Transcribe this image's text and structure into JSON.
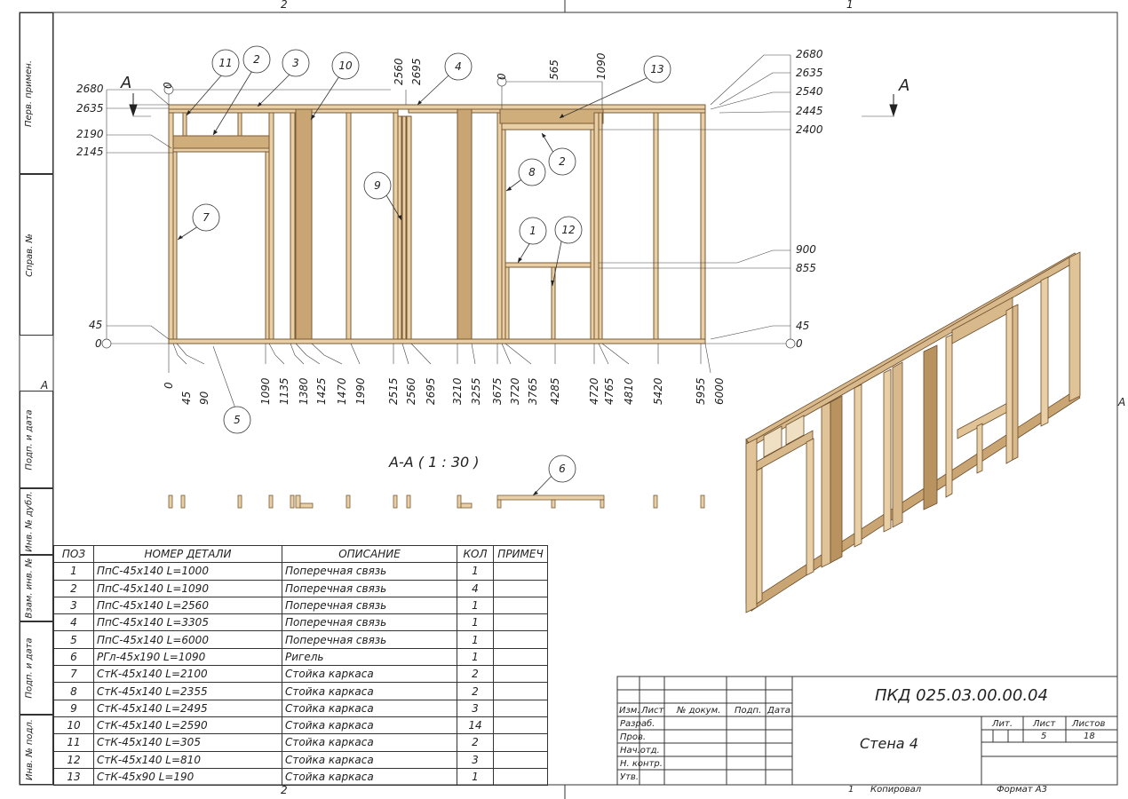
{
  "zone_labels": {
    "top_left": "2",
    "top_right": "1",
    "bottom_left": "2",
    "bottom_right": "1",
    "left_a": "A",
    "right_a": "A"
  },
  "side_stamp": [
    {
      "label": "Перв. примен."
    },
    {
      "label": "Справ. №"
    },
    {
      "label": "Подп. и дата"
    },
    {
      "label": "Инв. № дубл."
    },
    {
      "label": "Взам. инв. №"
    },
    {
      "label": "Подп. и дата"
    },
    {
      "label": "Инв. № подл."
    }
  ],
  "elevation": {
    "section_mark": "A",
    "left_heights": [
      "2680",
      "2635",
      "2190",
      "2145",
      "45",
      "0"
    ],
    "right_heights": [
      "2680",
      "2635",
      "2540",
      "2445",
      "2400",
      "900",
      "855",
      "45",
      "0"
    ],
    "top_dims": [
      "0",
      "2560",
      "2695",
      "0",
      "565",
      "1090"
    ],
    "bottom_dims": [
      "0",
      "45",
      "90",
      "1090",
      "1135",
      "1380",
      "1425",
      "1470",
      "1990",
      "2515",
      "2560",
      "2695",
      "3210",
      "3255",
      "3675",
      "3720",
      "3765",
      "4285",
      "4720",
      "4765",
      "4810",
      "5420",
      "5955",
      "6000"
    ],
    "callouts": [
      "11",
      "2",
      "3",
      "10",
      "4",
      "13",
      "2",
      "8",
      "9",
      "7",
      "1",
      "12",
      "5",
      "6"
    ]
  },
  "section_title": "А-А ( 1 : 30 )",
  "spec_table": {
    "headers": [
      "ПОЗ",
      "НОМЕР ДЕТАЛИ",
      "ОПИСАНИЕ",
      "КОЛ",
      "ПРИМЕЧ"
    ],
    "rows": [
      {
        "pos": "1",
        "part": "ПпС-45х140 L=1000",
        "desc": "Поперечная связь",
        "qty": "1",
        "note": ""
      },
      {
        "pos": "2",
        "part": "ПпС-45х140 L=1090",
        "desc": "Поперечная связь",
        "qty": "4",
        "note": ""
      },
      {
        "pos": "3",
        "part": "ПпС-45х140 L=2560",
        "desc": "Поперечная связь",
        "qty": "1",
        "note": ""
      },
      {
        "pos": "4",
        "part": "ПпС-45х140 L=3305",
        "desc": "Поперечная связь",
        "qty": "1",
        "note": ""
      },
      {
        "pos": "5",
        "part": "ПпС-45х140 L=6000",
        "desc": "Поперечная связь",
        "qty": "1",
        "note": ""
      },
      {
        "pos": "6",
        "part": "РГл-45х190 L=1090",
        "desc": "Ригель",
        "qty": "1",
        "note": ""
      },
      {
        "pos": "7",
        "part": "СтК-45х140 L=2100",
        "desc": "Стойка каркаса",
        "qty": "2",
        "note": ""
      },
      {
        "pos": "8",
        "part": "СтК-45х140 L=2355",
        "desc": "Стойка каркаса",
        "qty": "2",
        "note": ""
      },
      {
        "pos": "9",
        "part": "СтК-45х140 L=2495",
        "desc": "Стойка каркаса",
        "qty": "3",
        "note": ""
      },
      {
        "pos": "10",
        "part": "СтК-45х140 L=2590",
        "desc": "Стойка каркаса",
        "qty": "14",
        "note": ""
      },
      {
        "pos": "11",
        "part": "СтК-45х140 L=305",
        "desc": "Стойка каркаса",
        "qty": "2",
        "note": ""
      },
      {
        "pos": "12",
        "part": "СтК-45х140 L=810",
        "desc": "Стойка каркаса",
        "qty": "3",
        "note": ""
      },
      {
        "pos": "13",
        "part": "СтК-45х90 L=190",
        "desc": "Стойка каркаса",
        "qty": "1",
        "note": ""
      }
    ]
  },
  "title_block": {
    "designation": "ПКД 025.03.00.00.04",
    "name": "Стена 4",
    "col_headers": [
      "Изм.",
      "Лист",
      "№ докум.",
      "Подп.",
      "Дата"
    ],
    "roles": [
      "Разраб.",
      "Пров.",
      "Нач.отд.",
      "Н. контр.",
      "Утв."
    ],
    "lit_label": "Лит.",
    "sheet_label": "Лист",
    "sheets_label": "Листов",
    "sheet": "5",
    "sheets": "18",
    "copied": "Копировал",
    "format": "Формат А3",
    "footer_zone": "1"
  },
  "colors": {
    "wood": "#d9b88a",
    "wood_dark": "#a07a4c",
    "wood_light": "#eed9b4",
    "line": "#333333"
  }
}
